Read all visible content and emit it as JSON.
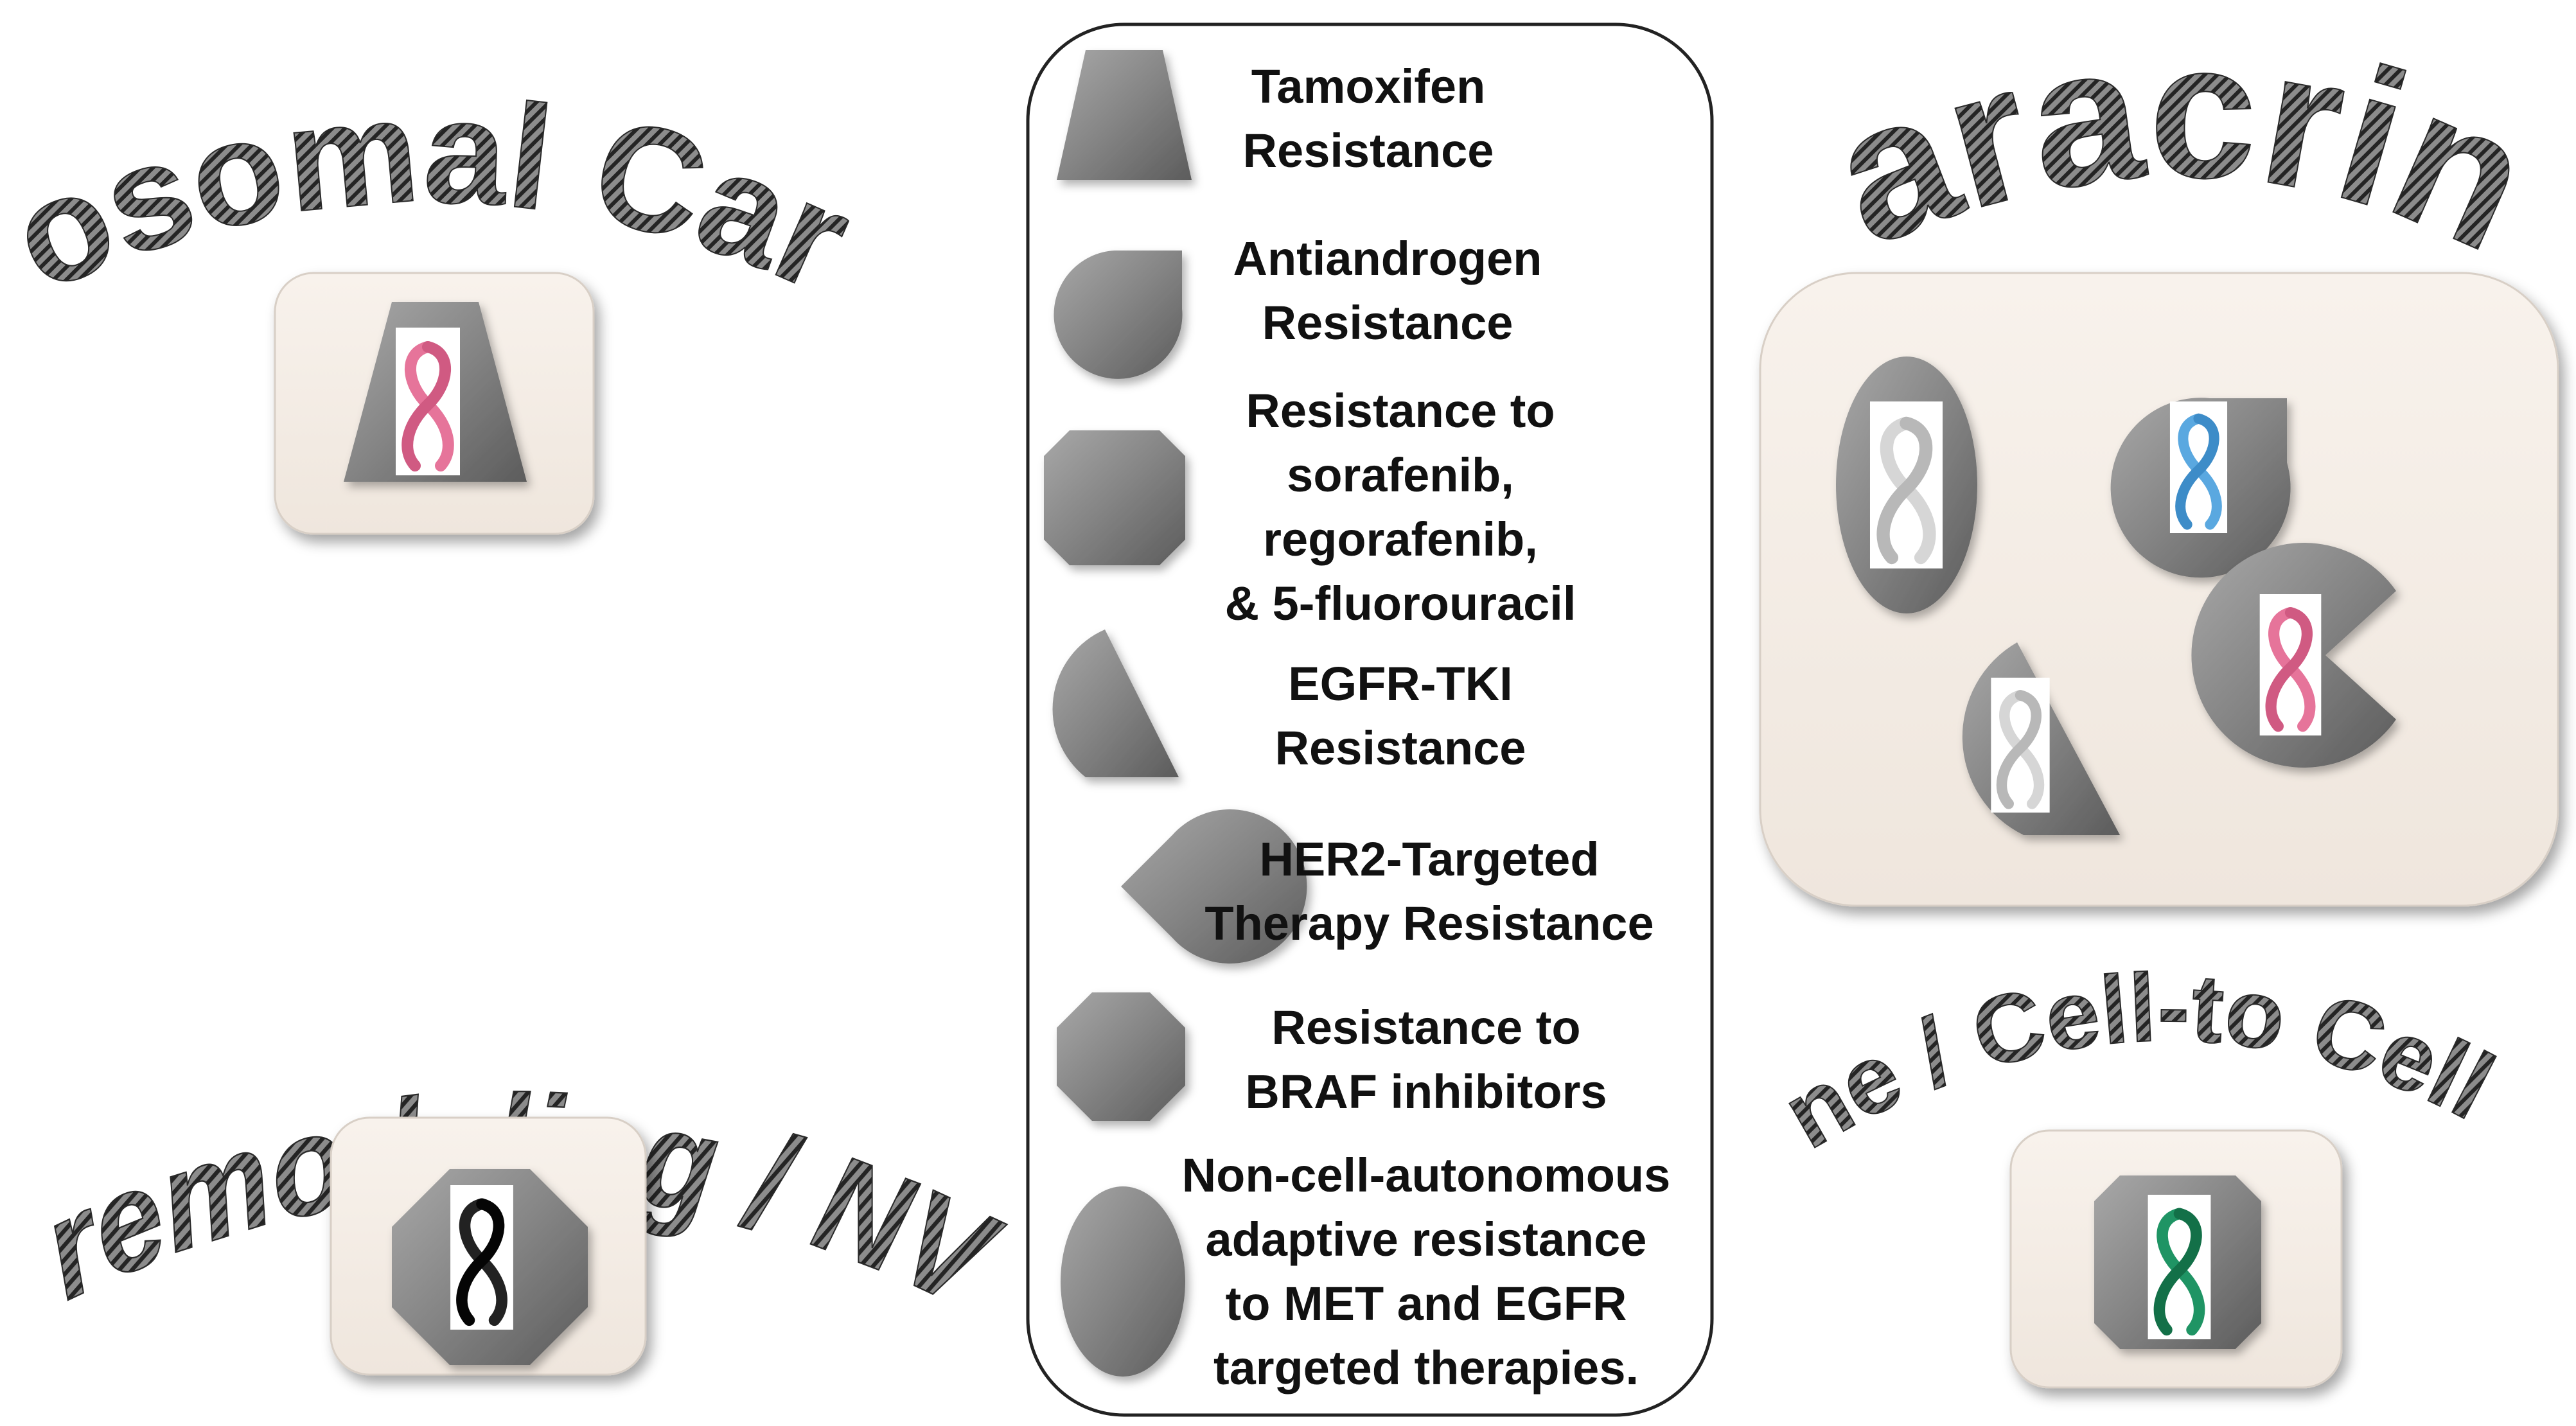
{
  "headings": {
    "exosomal": "Exosomal Cargo",
    "paracrine": "Paracrine",
    "ecm": "ECM remodeling / NV / VM",
    "contact": "Paracrine / Cell-to Cell Contact"
  },
  "legend": [
    {
      "shape": "trapezoid-icon",
      "lines": [
        "Tamoxifen",
        "Resistance"
      ]
    },
    {
      "shape": "teardrop-icon",
      "lines": [
        "Antiandrogen",
        "Resistance"
      ]
    },
    {
      "shape": "cut-square-icon",
      "lines": [
        "Resistance to",
        "sorafenib,",
        "regorafenib,",
        "& 5-fluorouracil"
      ]
    },
    {
      "shape": "quarter-pie-icon",
      "lines": [
        "EGFR-TKI",
        "Resistance"
      ]
    },
    {
      "shape": "pacman-icon",
      "lines": [
        "HER2-Targeted",
        "Therapy Resistance"
      ]
    },
    {
      "shape": "octagon-icon",
      "lines": [
        "Resistance to",
        "BRAF inhibitors"
      ]
    },
    {
      "shape": "ellipse-icon",
      "lines": [
        "Non-cell-autonomous",
        "adaptive resistance",
        "to MET and EGFR",
        "targeted therapies."
      ]
    }
  ],
  "colors": {
    "shape_gray": "#8a8a8a",
    "panel_bg": "#f4ece5",
    "ribbon_pink": "#e6749a",
    "ribbon_blue": "#4f9fd8",
    "ribbon_black": "#151515",
    "ribbon_white": "#d8d8d8",
    "ribbon_green": "#1c8a5c"
  },
  "ribbons": {
    "exosomal": "pink-ribbon-icon",
    "paracrine": [
      "white-ribbon-icon",
      "blue-ribbon-icon",
      "pink-ribbon-icon",
      "white-ribbon-icon"
    ],
    "ecm": "black-ribbon-icon",
    "contact": "green-ribbon-icon"
  }
}
